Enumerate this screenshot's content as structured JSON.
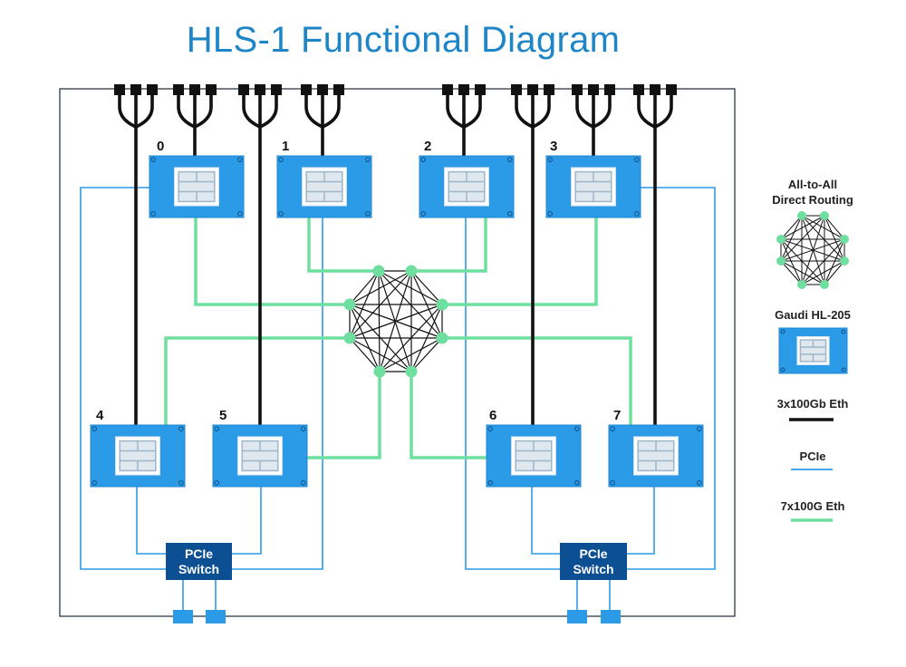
{
  "title": "HLS-1 Functional Diagram",
  "colors": {
    "chip_fill": "#2b9be8",
    "chip_border": "#1f86cf",
    "eth3_line": "#111111",
    "pcie_line": "#2b9be8",
    "eth7_line": "#6fdf9f",
    "switch_fill": "#0d4f93",
    "port_fill": "#2b9be8",
    "title": "#1e86c8"
  },
  "chips": [
    {
      "label": "0"
    },
    {
      "label": "1"
    },
    {
      "label": "2"
    },
    {
      "label": "3"
    },
    {
      "label": "4"
    },
    {
      "label": "5"
    },
    {
      "label": "6"
    },
    {
      "label": "7"
    }
  ],
  "switches": [
    {
      "line1": "PCIe",
      "line2": "Switch"
    },
    {
      "line1": "PCIe",
      "line2": "Switch"
    }
  ],
  "legend": {
    "routing": {
      "line1": "All-to-All",
      "line2": "Direct Routing"
    },
    "gaudi": "Gaudi HL-205",
    "eth3": "3x100Gb Eth",
    "pcie": "PCIe",
    "eth7": "7x100G Eth"
  }
}
